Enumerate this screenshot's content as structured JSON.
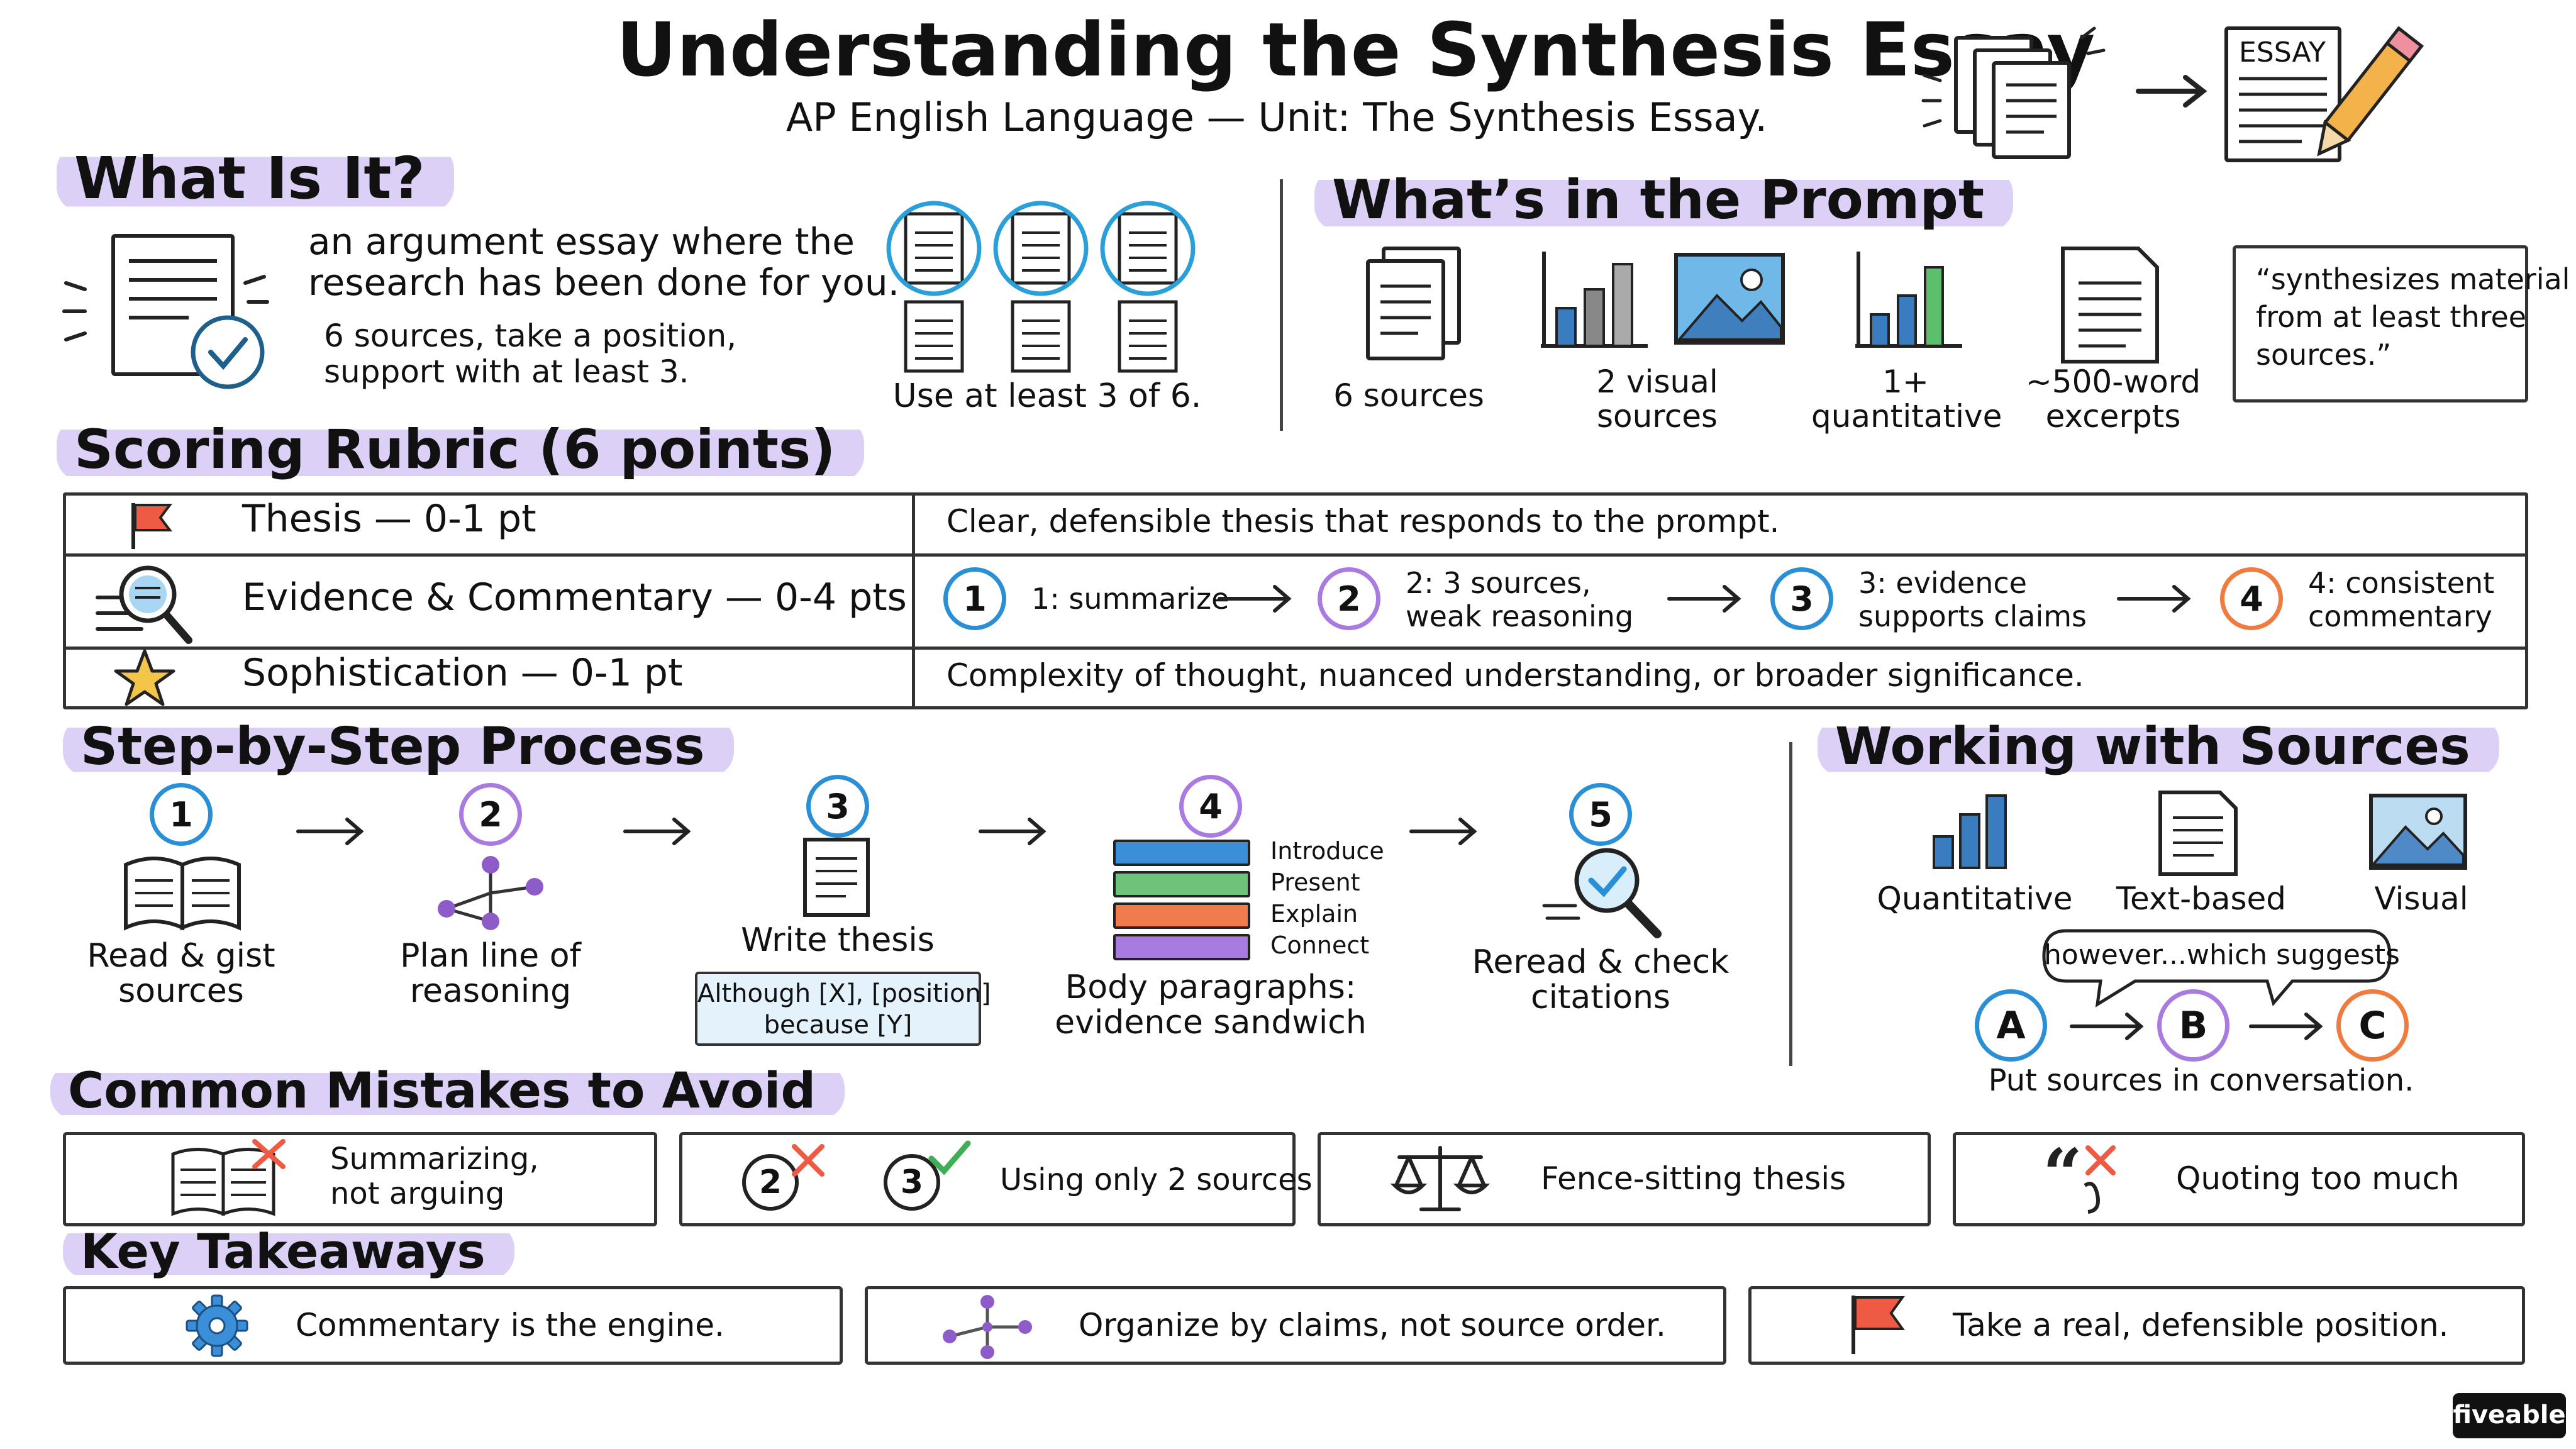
{
  "header": {
    "title": "Understanding the Synthesis Essay",
    "subtitle": "AP English Language — Unit: The Synthesis Essay.",
    "essay_label": "ESSAY"
  },
  "what_is_it": {
    "heading": "What Is It?",
    "line1": "an argument essay where the",
    "line2": "research has been done for you.",
    "line3": "6 sources, take a position,",
    "line4": "support with at least 3.",
    "caption": "Use at least 3 of 6."
  },
  "prompt": {
    "heading": "What’s in the Prompt",
    "items": [
      {
        "line1": "6 sources",
        "line2": ""
      },
      {
        "line1": "2 visual",
        "line2": "sources"
      },
      {
        "line1": "1+",
        "line2": "quantitative"
      },
      {
        "line1": "~500-word",
        "line2": "excerpts"
      }
    ],
    "quote_line1": "“synthesizes material",
    "quote_line2": "from at least three",
    "quote_line3": "sources.”"
  },
  "rubric": {
    "heading": "Scoring Rubric (6 points)",
    "rows": [
      {
        "label": "Thesis — 0-1 pt",
        "desc": "Clear, defensible thesis that responds to the prompt.",
        "icon": "flag-icon"
      },
      {
        "label": "Evidence & Commentary — 0-4 pts",
        "icon": "magnifier-icon"
      },
      {
        "label": "Sophistication — 0-1 pt",
        "desc": "Complexity of thought, nuanced understanding, or broader significance.",
        "icon": "star-icon"
      }
    ],
    "levels": [
      {
        "num": "1",
        "line1": "1: summarize",
        "line2": "",
        "color": "#2b8fd6"
      },
      {
        "num": "2",
        "line1": "2: 3 sources,",
        "line2": "weak reasoning",
        "color": "#a97be0"
      },
      {
        "num": "3",
        "line1": "3: evidence",
        "line2": "supports claims",
        "color": "#2b8fd6"
      },
      {
        "num": "4",
        "line1": "4: consistent",
        "line2": "commentary",
        "color": "#f07b3f"
      }
    ]
  },
  "process": {
    "heading": "Step-by-Step Process",
    "steps": [
      {
        "num": "1",
        "line1": "Read & gist",
        "line2": "sources",
        "icon": "open-book-icon"
      },
      {
        "num": "2",
        "line1": "Plan line of",
        "line2": "reasoning",
        "icon": "network-icon"
      },
      {
        "num": "3",
        "line1": "Write thesis",
        "line2": "",
        "icon": "document-icon"
      },
      {
        "num": "4",
        "line1": "Body paragraphs:",
        "line2": "evidence sandwich",
        "icon": "layers-icon"
      },
      {
        "num": "5",
        "line1": "Reread & check",
        "line2": "citations",
        "icon": "magnifier-check-icon"
      }
    ],
    "thesis_line1": "Although [X], [position]",
    "thesis_line2": "because [Y]",
    "sandwich": [
      "Introduce",
      "Present",
      "Explain",
      "Connect"
    ],
    "sandwich_colors": [
      "#3a8fd8",
      "#6fc27a",
      "#f07b4f",
      "#a77be0"
    ]
  },
  "sources": {
    "heading": "Working with Sources",
    "types": [
      "Quantitative",
      "Text-based",
      "Visual"
    ],
    "bubble": "however...which suggests",
    "chain": [
      "A",
      "B",
      "C"
    ],
    "chain_colors": [
      "#2b8fd6",
      "#a97be0",
      "#f07b3f"
    ],
    "caption": "Put sources in conversation."
  },
  "mistakes": {
    "heading": "Common Mistakes to Avoid",
    "items": [
      {
        "line1": "Summarizing,",
        "line2": "not arguing",
        "icon": "book-x-icon"
      },
      {
        "line1": "Using only 2 sources",
        "line2": "",
        "icon": "two-three-icon",
        "n1": "2",
        "n2": "3"
      },
      {
        "line1": "Fence-sitting thesis",
        "line2": "",
        "icon": "scales-icon"
      },
      {
        "line1": "Quoting too much",
        "line2": "",
        "icon": "quote-x-icon"
      }
    ]
  },
  "takeaways": {
    "heading": "Key Takeaways",
    "items": [
      {
        "text": "Commentary is the engine.",
        "icon": "gear-icon"
      },
      {
        "text": "Organize by claims, not source order.",
        "icon": "network-icon"
      },
      {
        "text": "Take a real, defensible position.",
        "icon": "flag-icon"
      }
    ]
  },
  "brand": "fiveable"
}
